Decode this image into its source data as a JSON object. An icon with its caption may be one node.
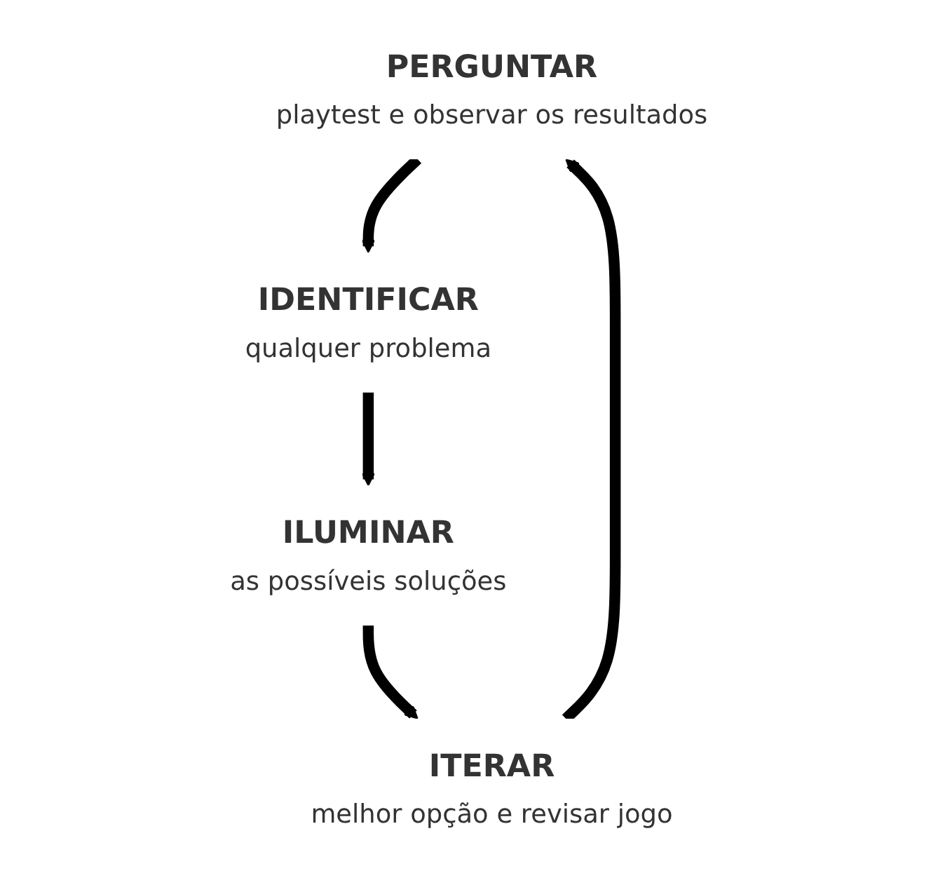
{
  "diagram": {
    "nodes": [
      {
        "text": [
          "PERGUNTAR",
          "playtest e observar os resultados"
        ]
      },
      {
        "text": [
          "ITERAR",
          "melhor opção e revisar jogo"
        ]
      },
      {
        "text": [
          "IDENTIFICAR",
          "qualquer problema"
        ]
      },
      {
        "text": [
          "ILUMINAR",
          "as possíveis soluções"
        ]
      }
    ],
    "edges": [
      {
        "from": 0,
        "to": 2,
        "arrow": "to"
      },
      {
        "from": 2,
        "to": 3,
        "arrow": "to"
      },
      {
        "from": 3,
        "to": 1,
        "arrow": "to"
      },
      {
        "from": 1,
        "to": 0,
        "arrow": "to"
      }
    ]
  }
}
